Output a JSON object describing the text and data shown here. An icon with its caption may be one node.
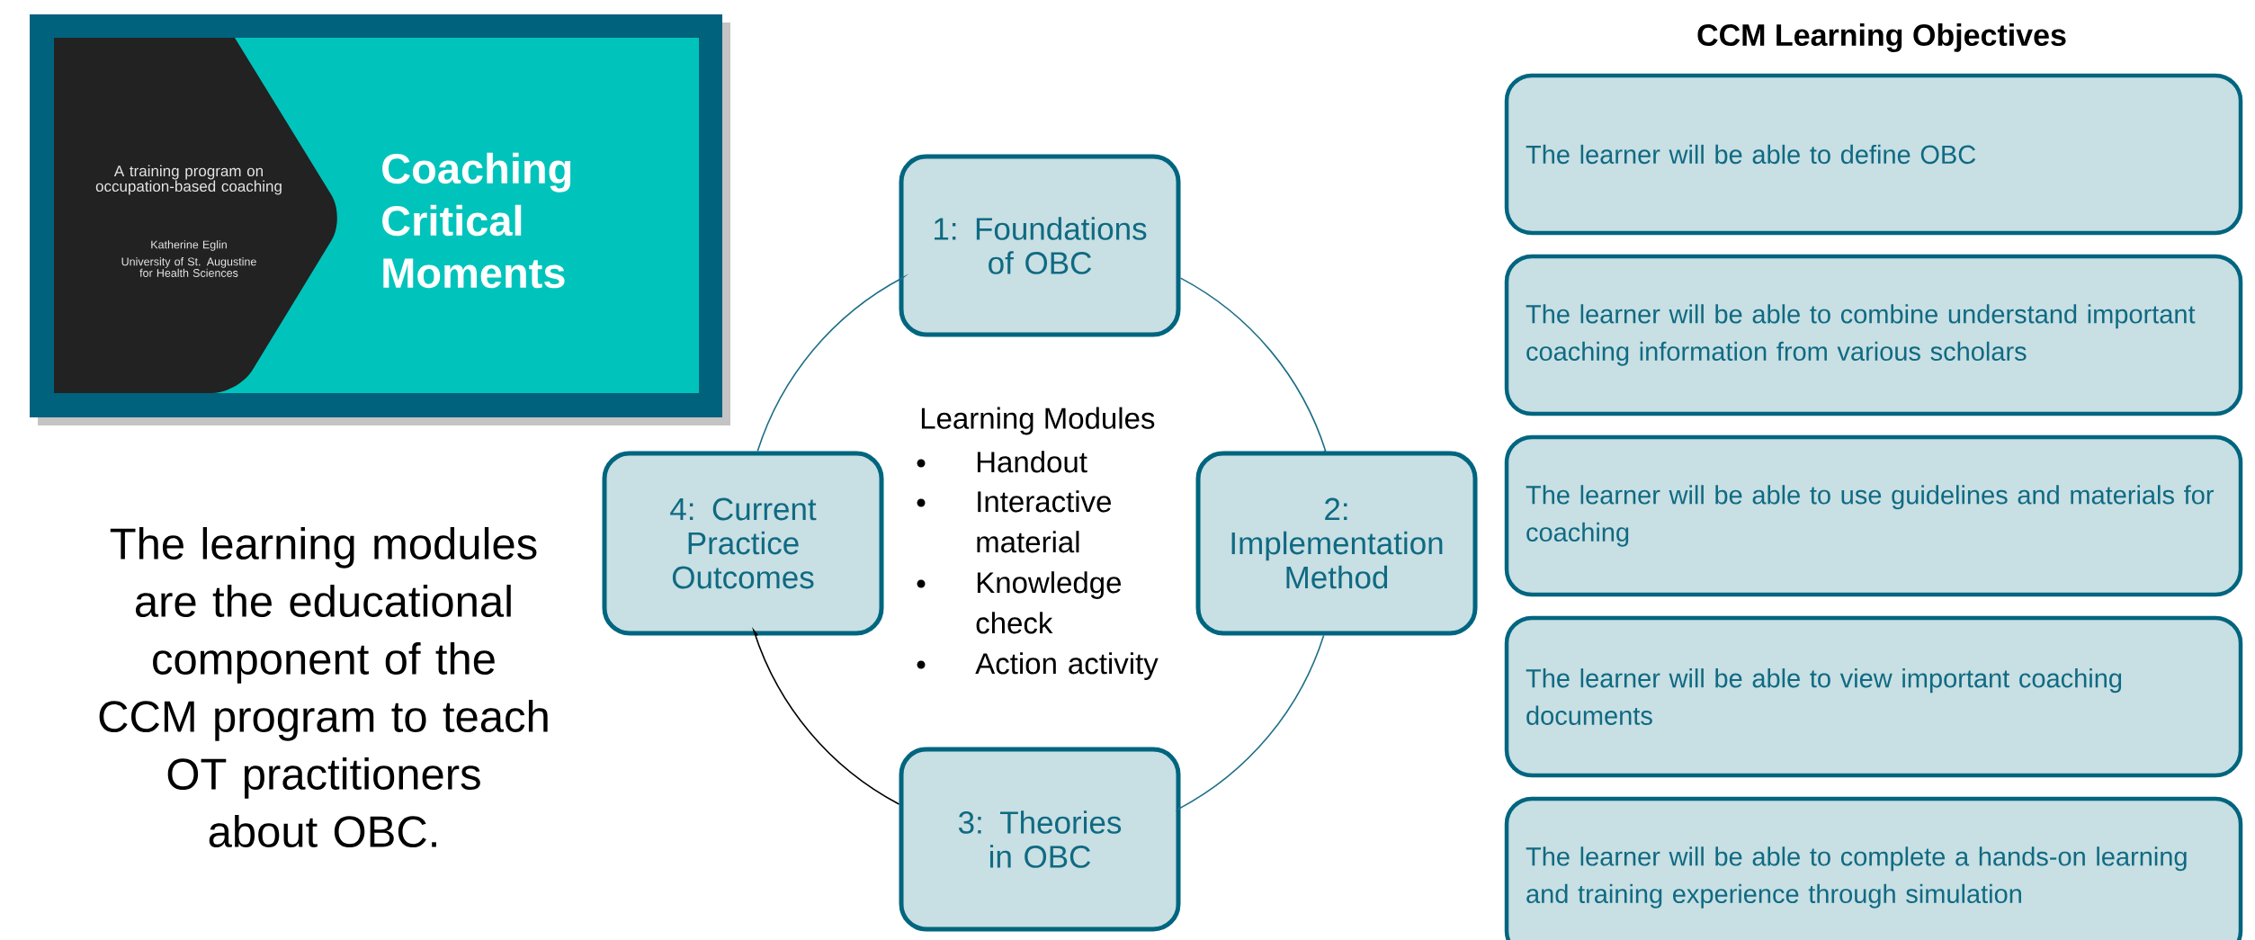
{
  "diagram": {
    "title": "CCM Learning Objectives",
    "nodes": [
      {
        "text": [
          "A training program on occupation-based coaching",
          "Katherine Eglin",
          "University of St. Augustine for Health Sciences",
          "Coaching Critical Moments"
        ]
      },
      {
        "text": [
          "1: Foundations of OBC"
        ]
      },
      {
        "text": [
          "2: Implementation Method"
        ]
      },
      {
        "text": [
          "3: Theories in OBC"
        ]
      },
      {
        "text": [
          "4: Current Practice Outcomes"
        ]
      },
      {
        "text": [
          "The learner will be able to define OBC"
        ]
      },
      {
        "text": [
          "The learner will be able to combine understand important coaching information from various scholars"
        ]
      },
      {
        "text": [
          "The learner will be able to use guidelines and materials for coaching"
        ]
      },
      {
        "text": [
          "The learner will be able to view important coaching documents"
        ]
      },
      {
        "text": [
          "The learner will be able to complete a hands-on learning and training experience through simulation"
        ]
      }
    ],
    "edges": [
      {
        "from": 1,
        "to": 2,
        "arrow": "none"
      },
      {
        "from": 2,
        "to": 3,
        "arrow": "none"
      },
      {
        "from": 3,
        "to": 4,
        "arrow": "none",
        "color": "#000000"
      },
      {
        "from": 4,
        "to": 1,
        "arrow": "none"
      }
    ],
    "labels": [
      "The learning modules are the educational component of the CCM program to teach OT practitioners about OBC.",
      "Learning Modules",
      "Handout",
      "Interactive material",
      "Knowledge check",
      "Action activity"
    ]
  }
}
